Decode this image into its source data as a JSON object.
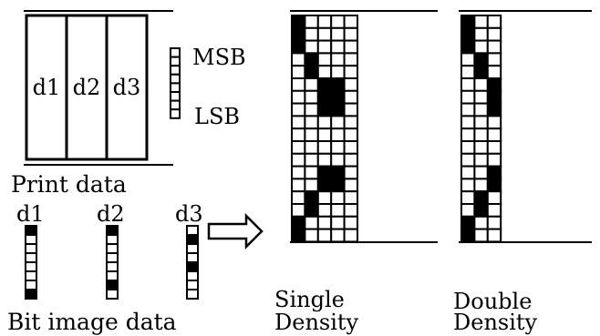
{
  "print_data": {
    "columns": [
      "d1",
      "d2",
      "d3"
    ],
    "caption": "Print data"
  },
  "bit_order": {
    "msb": "MSB",
    "lsb": "LSB"
  },
  "bit_image": {
    "labels": [
      "d1",
      "d2",
      "d3"
    ],
    "caption": "Bit image data",
    "bits": [
      [
        1,
        0,
        0,
        0,
        0,
        0,
        0,
        1
      ],
      [
        1,
        0,
        0,
        0,
        0,
        0,
        1,
        0
      ],
      [
        0,
        1,
        0,
        0,
        1,
        0,
        0,
        0
      ]
    ]
  },
  "single_density": {
    "caption_line1": "Single",
    "caption_line2": "Density",
    "bitmap": [
      [
        1,
        0,
        0,
        0,
        0
      ],
      [
        1,
        0,
        0,
        0,
        0
      ],
      [
        1,
        0,
        0,
        0,
        0
      ],
      [
        0,
        1,
        0,
        0,
        0
      ],
      [
        0,
        1,
        0,
        0,
        0
      ],
      [
        0,
        0,
        1,
        1,
        0
      ],
      [
        0,
        0,
        1,
        1,
        0
      ],
      [
        0,
        0,
        1,
        1,
        0
      ],
      [
        0,
        0,
        0,
        0,
        0
      ],
      [
        0,
        0,
        0,
        0,
        0
      ],
      [
        0,
        0,
        0,
        0,
        0
      ],
      [
        0,
        0,
        0,
        0,
        0
      ],
      [
        0,
        0,
        1,
        1,
        0
      ],
      [
        0,
        0,
        1,
        1,
        0
      ],
      [
        0,
        1,
        0,
        0,
        0
      ],
      [
        0,
        1,
        0,
        0,
        0
      ],
      [
        1,
        0,
        0,
        0,
        0
      ],
      [
        1,
        0,
        0,
        0,
        0
      ]
    ]
  },
  "double_density": {
    "caption_line1": "Double",
    "caption_line2": "Density",
    "bitmap": [
      [
        1,
        0,
        0
      ],
      [
        1,
        0,
        0
      ],
      [
        1,
        0,
        0
      ],
      [
        0,
        1,
        0
      ],
      [
        0,
        1,
        0
      ],
      [
        0,
        0,
        1
      ],
      [
        0,
        0,
        1
      ],
      [
        0,
        0,
        1
      ],
      [
        0,
        0,
        0
      ],
      [
        0,
        0,
        0
      ],
      [
        0,
        0,
        0
      ],
      [
        0,
        0,
        0
      ],
      [
        0,
        0,
        1
      ],
      [
        0,
        0,
        1
      ],
      [
        0,
        1,
        0
      ],
      [
        0,
        1,
        0
      ],
      [
        1,
        0,
        0
      ],
      [
        1,
        0,
        0
      ]
    ]
  }
}
